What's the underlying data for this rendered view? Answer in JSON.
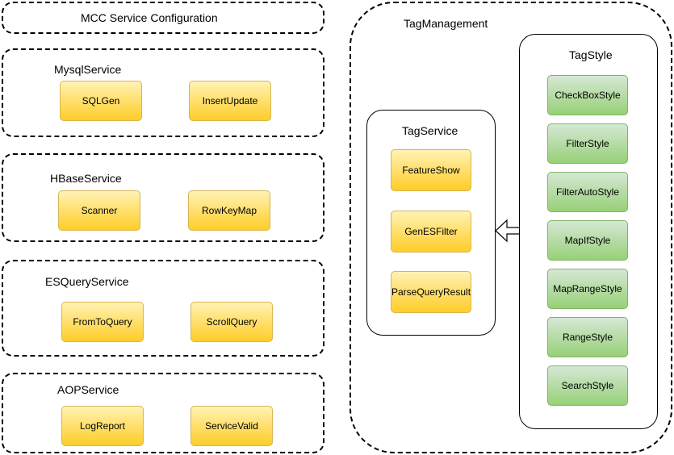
{
  "header": {
    "title": "MCC Service Configuration"
  },
  "services": [
    {
      "name": "MysqlService",
      "items": [
        "SQLGen",
        "InsertUpdate"
      ]
    },
    {
      "name": "HBaseService",
      "items": [
        "Scanner",
        "RowKeyMap"
      ]
    },
    {
      "name": "ESQueryService",
      "items": [
        "FromToQuery",
        "ScrollQuery"
      ]
    },
    {
      "name": "AOPService",
      "items": [
        "LogReport",
        "ServiceValid"
      ]
    }
  ],
  "tag_management": {
    "title": "TagManagement",
    "tag_service": {
      "title": "TagService",
      "items": [
        "FeatureShow",
        "GenESFilter",
        "ParseQueryResult"
      ]
    },
    "tag_style": {
      "title": "TagStyle",
      "items": [
        "CheckBoxStyle",
        "FilterStyle",
        "FilterAutoStyle",
        "MapIfStyle",
        "MapRangeStyle",
        "RangeStyle",
        "SearchStyle"
      ]
    }
  },
  "colors": {
    "yellow_node": "#ffcd28",
    "yellow_border": "#d6b656",
    "green_node": "#97d077",
    "green_border": "#82b366"
  }
}
